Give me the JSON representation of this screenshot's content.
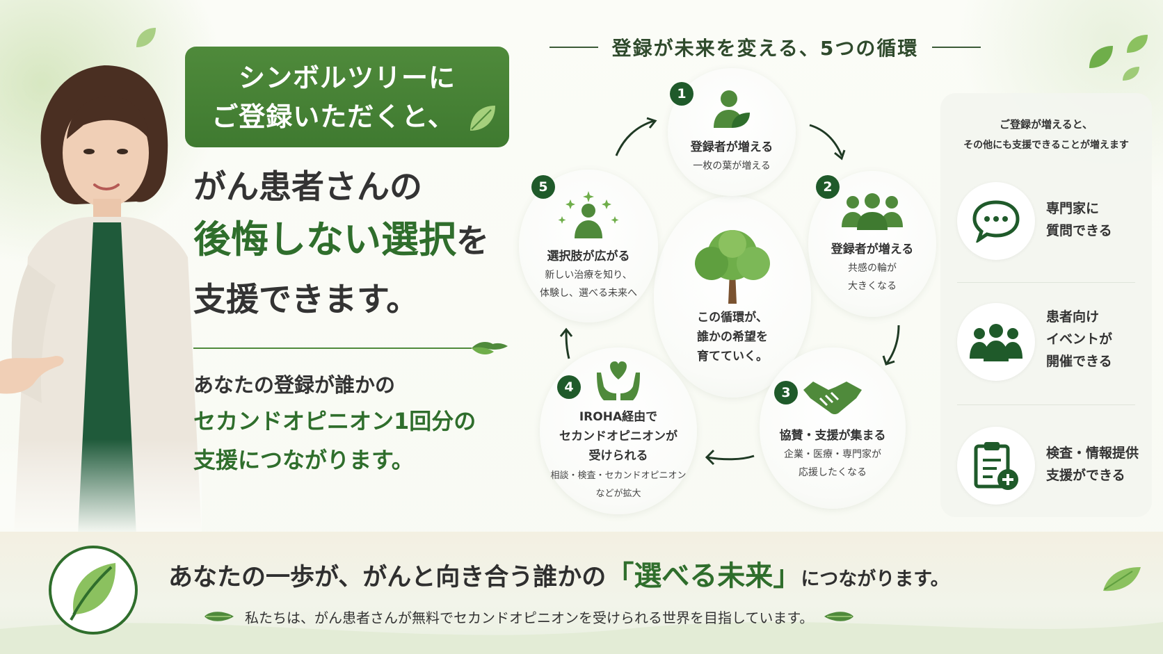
{
  "header": {
    "line1": "シンボルツリーに",
    "line2": "ご登録いただくと、"
  },
  "headline": {
    "line1": "がん患者さんの",
    "emphasis": "後悔しない選択",
    "particle": "を",
    "line3": "支援できます。"
  },
  "sub": {
    "line1": "あなたの登録が誰かの",
    "line2": "セカンドオピニオン1回分の",
    "line3": "支援につながります。"
  },
  "cycle": {
    "title": "登録が未来を変える、5つの循環",
    "center": [
      "この循環が、",
      "誰かの希望を",
      "育てていく。"
    ],
    "steps": [
      {
        "num": "1",
        "title": "登録者が増える",
        "desc": [
          "一枚の葉が増える"
        ]
      },
      {
        "num": "2",
        "title": "登録者が増える",
        "desc": [
          "共感の輪が",
          "大きくなる"
        ]
      },
      {
        "num": "3",
        "title": "協賛・支援が集まる",
        "desc": [
          "企業・医療・専門家が",
          "応援したくなる"
        ]
      },
      {
        "num": "4",
        "title": "IROHA経由で",
        "title2": "セカンドオピニオンが",
        "title3": "受けられる",
        "desc": [
          "相談・検査・セカンドオピニオン",
          "などが拡大"
        ]
      },
      {
        "num": "5",
        "title": "選択肢が広がる",
        "desc": [
          "新しい治療を知り、",
          "体験し、選べる未来へ"
        ]
      }
    ]
  },
  "right_panel": {
    "title1": "ご登録が増えると、",
    "title2": "その他にも支援できることが増えます",
    "items": [
      {
        "icon": "chat-bubble-icon",
        "lines": [
          "専門家に",
          "質問できる"
        ]
      },
      {
        "icon": "group-icon",
        "lines": [
          "患者向け",
          "イベントが",
          "開催できる"
        ]
      },
      {
        "icon": "clipboard-plus-icon",
        "lines": [
          "検査・情報提供",
          "支援ができる"
        ]
      }
    ]
  },
  "bottom": {
    "main_before": "あなたの一歩が、がんと向き合う誰かの",
    "quote_open": "「",
    "highlight": "選べる未来",
    "quote_close": "」",
    "main_after": "につながります。",
    "sub": "私たちは、がん患者さんが無料でセカンドオピニオンを受けられる世界を目指しています。"
  },
  "colors": {
    "brand_green": "#3f7a30",
    "dark_green": "#1f5a2a",
    "text_green": "#2f6e2c",
    "highlight_yellow": "#f6e478"
  }
}
